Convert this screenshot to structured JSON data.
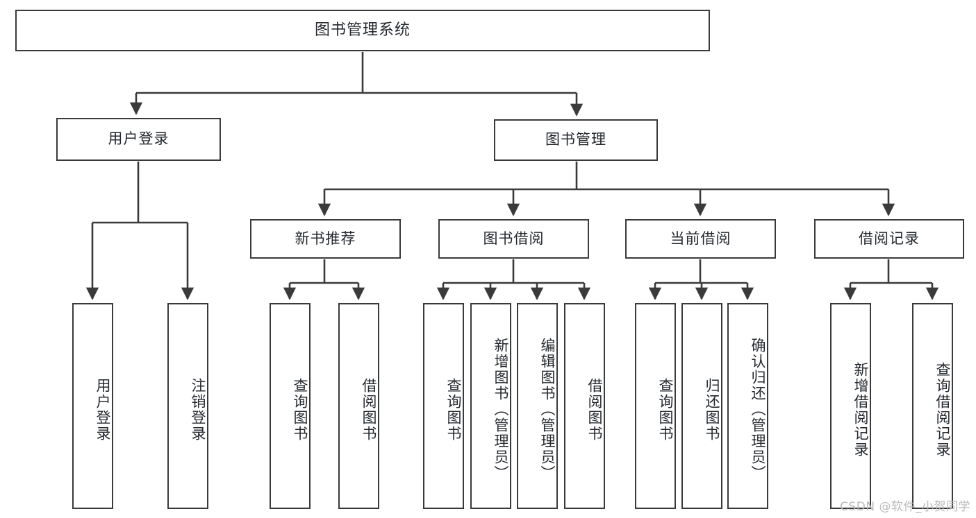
{
  "diagram": {
    "title": "图书管理系统",
    "type": "tree",
    "watermark": "CSDN @软件_小贺同学",
    "colors": {
      "box_border": "#3a3a3a",
      "box_fill": "#ffffff",
      "connector": "#3a3a3a",
      "text": "#24292f",
      "watermark": "#b9b9b9",
      "background": "#ffffff"
    },
    "nodes": {
      "root": {
        "label": "图书管理系统",
        "level": 0,
        "orientation": "horizontal"
      },
      "l1": [
        {
          "id": "user_login",
          "label": "用户登录",
          "orientation": "horizontal"
        },
        {
          "id": "book_mgmt",
          "label": "图书管理",
          "orientation": "horizontal"
        }
      ],
      "l2": [
        {
          "id": "new_book_rec",
          "label": "新书推荐",
          "parent": "book_mgmt",
          "orientation": "horizontal"
        },
        {
          "id": "book_borrow",
          "label": "图书借阅",
          "parent": "book_mgmt",
          "orientation": "horizontal"
        },
        {
          "id": "current_borrow",
          "label": "当前借阅",
          "parent": "book_mgmt",
          "orientation": "horizontal"
        },
        {
          "id": "borrow_record",
          "label": "借阅记录",
          "parent": "book_mgmt",
          "orientation": "horizontal"
        }
      ],
      "leaves": [
        {
          "id": "leaf_user_login",
          "label": "用户登录",
          "parent": "user_login",
          "orientation": "vertical"
        },
        {
          "id": "leaf_user_logout",
          "label": "注销登录",
          "parent": "user_login",
          "orientation": "vertical"
        },
        {
          "id": "leaf_query_book_1",
          "label": "查询图书",
          "parent": "new_book_rec",
          "orientation": "vertical"
        },
        {
          "id": "leaf_borrow_book_1",
          "label": "借阅图书",
          "parent": "new_book_rec",
          "orientation": "vertical"
        },
        {
          "id": "leaf_query_book_2",
          "label": "查询图书",
          "parent": "book_borrow",
          "orientation": "vertical"
        },
        {
          "id": "leaf_add_book",
          "label": "新增图书（管理员）",
          "parent": "book_borrow",
          "orientation": "vertical"
        },
        {
          "id": "leaf_edit_book",
          "label": "编辑图书（管理员）",
          "parent": "book_borrow",
          "orientation": "vertical"
        },
        {
          "id": "leaf_borrow_book_2",
          "label": "借阅图书",
          "parent": "book_borrow",
          "orientation": "vertical"
        },
        {
          "id": "leaf_query_book_3",
          "label": "查询图书",
          "parent": "current_borrow",
          "orientation": "vertical"
        },
        {
          "id": "leaf_return_book",
          "label": "归还图书",
          "parent": "current_borrow",
          "orientation": "vertical"
        },
        {
          "id": "leaf_confirm_return",
          "label": "确认归还（管理员）",
          "parent": "current_borrow",
          "orientation": "vertical"
        },
        {
          "id": "leaf_add_record",
          "label": "新增借阅记录",
          "parent": "borrow_record",
          "orientation": "vertical"
        },
        {
          "id": "leaf_query_record",
          "label": "查询借阅记录",
          "parent": "borrow_record",
          "orientation": "vertical"
        }
      ]
    }
  }
}
